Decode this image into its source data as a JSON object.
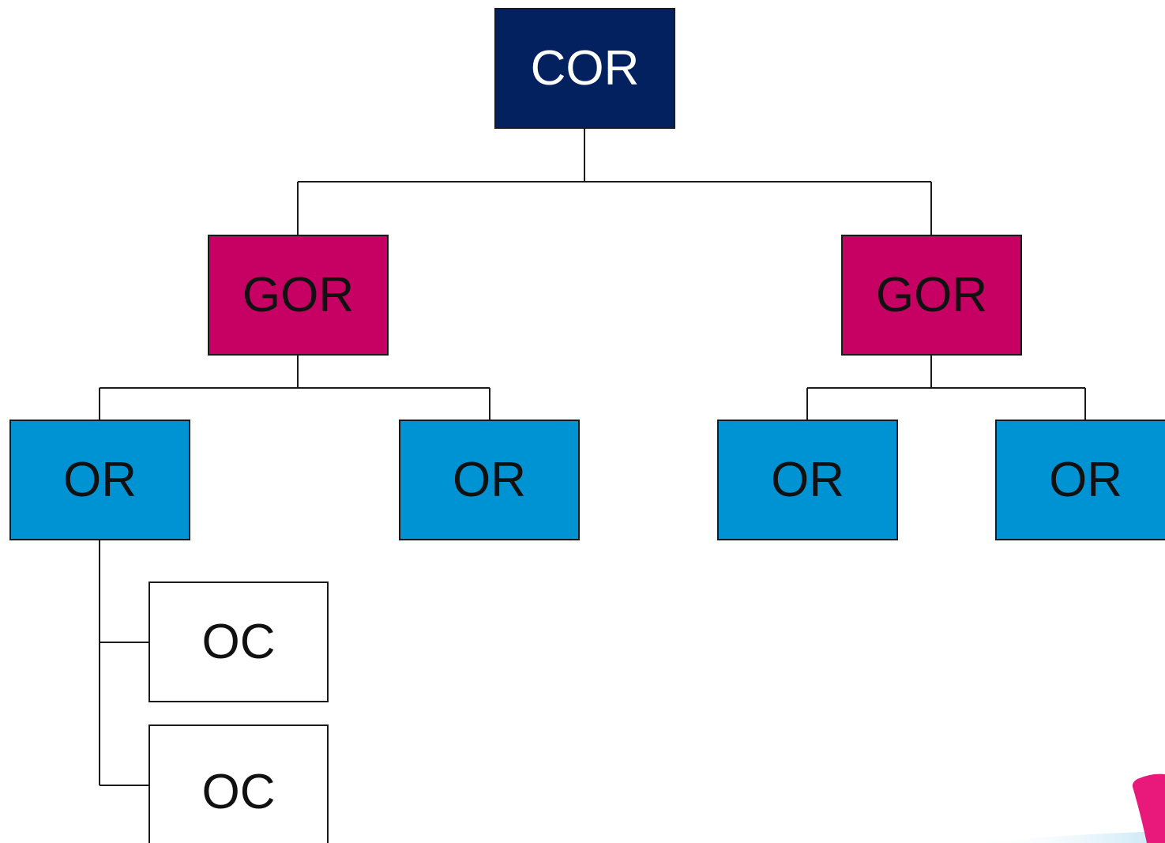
{
  "org_chart": {
    "root": {
      "label": "COR"
    },
    "groups": [
      {
        "label": "GOR"
      },
      {
        "label": "GOR"
      }
    ],
    "units": [
      {
        "label": "OR"
      },
      {
        "label": "OR"
      },
      {
        "label": "OR"
      },
      {
        "label": "OR"
      }
    ],
    "sub_units": [
      {
        "label": "OC"
      },
      {
        "label": "OC"
      }
    ]
  },
  "colors": {
    "cor": "#03215f",
    "gor": "#c70063",
    "or": "#0093d3",
    "oc": "#ffffff",
    "connector": "#1a1a1a",
    "accent_decoration": "#e8197a"
  }
}
